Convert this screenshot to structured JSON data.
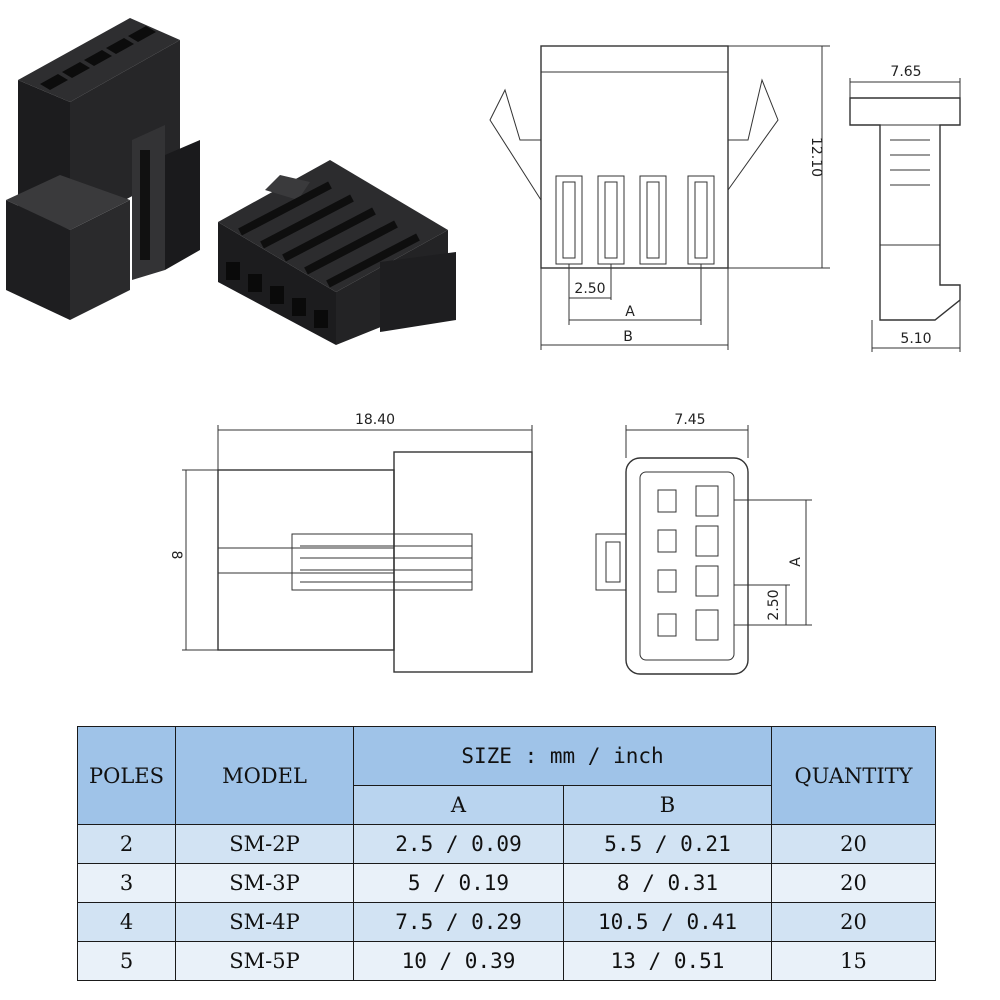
{
  "dimensions": {
    "top_width": "7.65",
    "height": "12.10",
    "pitch_front": "2.50",
    "label_a_front": "A",
    "label_b_front": "B",
    "bottom_width": "5.10",
    "length": "18.40",
    "height_b": "8",
    "end_width": "7.45",
    "label_a_end": "A",
    "pitch_end": "2.50"
  },
  "table": {
    "headers": {
      "poles": "POLES",
      "model": "MODEL",
      "size": "SIZE : mm / inch",
      "a": "A",
      "b": "B",
      "quantity": "QUANTITY"
    },
    "rows": [
      {
        "poles": "2",
        "model": "SM-2P",
        "a": "2.5 / 0.09",
        "b": "5.5 / 0.21",
        "quantity": "20"
      },
      {
        "poles": "3",
        "model": "SM-3P",
        "a": "5 / 0.19",
        "b": "8 / 0.31",
        "quantity": "20"
      },
      {
        "poles": "4",
        "model": "SM-4P",
        "a": "7.5 / 0.29",
        "b": "10.5 / 0.41",
        "quantity": "20"
      },
      {
        "poles": "5",
        "model": "SM-5P",
        "a": "10 / 0.39",
        "b": "13 / 0.51",
        "quantity": "15"
      }
    ]
  }
}
